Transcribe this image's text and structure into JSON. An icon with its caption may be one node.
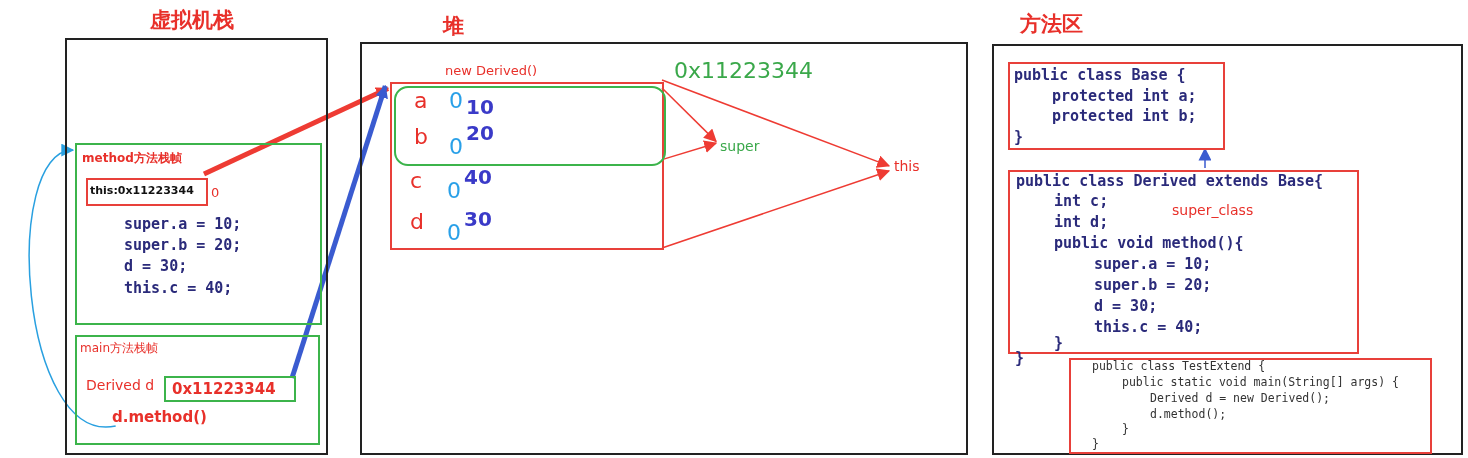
{
  "diagram": {
    "nodes": [
      {
        "text": [
          "虚拟机栈"
        ]
      },
      {
        "text": [
          "method方法栈帧",
          "super.a = 10;",
          "super.b = 20;",
          "d = 30;",
          "this.c = 40;"
        ],
        "in": 0
      },
      {
        "text": [
          "this:0x11223344"
        ],
        "beside": [
          "0"
        ],
        "in": 1
      },
      {
        "text": [
          "main方法栈帧",
          "Derived d"
        ],
        "in": 0
      },
      {
        "text": [
          "0x11223344"
        ],
        "in": 3
      },
      {
        "text": [
          "d.method()"
        ],
        "in": 3
      },
      {
        "text": [
          "堆"
        ]
      },
      {
        "text": [
          "new Derived()",
          "c",
          "0",
          "40",
          "d",
          "0",
          "30"
        ],
        "beside": [
          "0x11223344"
        ],
        "in": 6
      },
      {
        "text": [
          "a",
          "0",
          "10",
          "b",
          "0",
          "20"
        ],
        "in": 7
      },
      {
        "text": [
          "super"
        ],
        "in": 6
      },
      {
        "text": [
          "this"
        ],
        "in": 6
      },
      {
        "text": [
          "方法区"
        ]
      },
      {
        "text": [
          "public class Base {",
          "protected int a;",
          "protected int b;",
          "}"
        ],
        "in": 11
      },
      {
        "text": [
          "public class Derived extends Base{",
          "int c;",
          "int d;",
          "public void method(){",
          "super.a = 10;",
          "super.b = 20;",
          "d = 30;",
          "this.c = 40;",
          "}"
        ],
        "in": 11
      },
      {
        "text": [
          "public class TestExtend {",
          "public static void main(String[] args) {",
          "Derived d = new Derived();",
          "d.method();",
          "}",
          "}"
        ],
        "in": 11
      }
    ],
    "edges": [
      {
        "from": 2,
        "to": 7,
        "arrow": "to",
        "style": "thick"
      },
      {
        "from": 4,
        "to": 7,
        "arrow": "to",
        "style": "thick",
        "color": "#3a5bd0"
      },
      {
        "from": 5,
        "to": 1,
        "arrow": "to",
        "color": "#29a0e0"
      },
      {
        "from": 8,
        "to": 9,
        "arrow": "to"
      },
      {
        "from": 8,
        "to": 9,
        "arrow": "to"
      },
      {
        "from": 7,
        "to": 10,
        "arrow": "to"
      },
      {
        "from": 7,
        "to": 10,
        "arrow": "to"
      },
      {
        "from": 13,
        "to": 12,
        "arrow": "to",
        "label": "super_class",
        "color": "#3a5bd0"
      }
    ],
    "labels": [
      "}"
    ]
  }
}
